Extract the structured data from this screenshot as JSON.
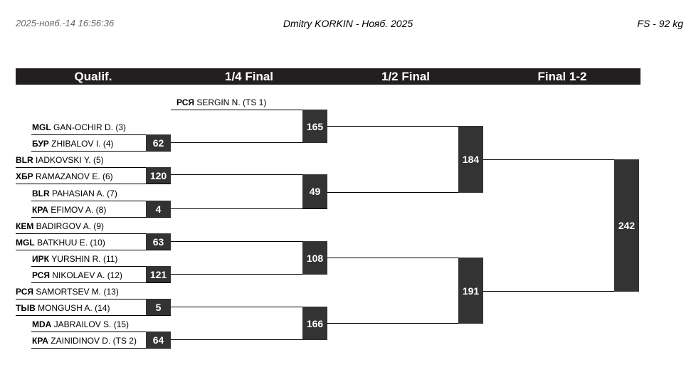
{
  "header": {
    "datetime": "2025-нояб.-14 16:56:36",
    "title": "Dmitry KORKIN - Нояб. 2025",
    "category": "FS - 92 kg"
  },
  "rounds": [
    "Qualif.",
    "1/4 Final",
    "1/2 Final",
    "Final 1-2"
  ],
  "athletes": [
    {
      "country": "РСЯ",
      "name": "SERGIN N. (TS 1)"
    },
    {
      "country": "MGL",
      "name": "GAN-OCHIR D. (3)"
    },
    {
      "country": "БУР",
      "name": "ZHIBALOV I. (4)"
    },
    {
      "country": "BLR",
      "name": "IADKOVSKI Y. (5)"
    },
    {
      "country": "ХБР",
      "name": "RAMAZANOV E. (6)"
    },
    {
      "country": "BLR",
      "name": "PAHASIAN A. (7)"
    },
    {
      "country": "КРА",
      "name": "EFIMOV A. (8)"
    },
    {
      "country": "КЕМ",
      "name": "BADIRGOV A. (9)"
    },
    {
      "country": "MGL",
      "name": "BATKHUU E. (10)"
    },
    {
      "country": "ИРК",
      "name": "YURSHIN R. (11)"
    },
    {
      "country": "РСЯ",
      "name": "NIKOLAEV A. (12)"
    },
    {
      "country": "РСЯ",
      "name": "SAMORTSEV M. (13)"
    },
    {
      "country": "ТЫВ",
      "name": "MONGUSH A. (14)"
    },
    {
      "country": "MDA",
      "name": "JABRAILOV S. (15)"
    },
    {
      "country": "КРА",
      "name": "ZAINIDINOV D. (TS 2)"
    }
  ],
  "bouts": {
    "q1": "62",
    "q2": "120",
    "q3": "4",
    "q4": "63",
    "q5": "121",
    "q6": "5",
    "q7": "64",
    "qf1": "165",
    "qf2": "49",
    "qf3": "108",
    "qf4": "166",
    "sf1": "184",
    "sf2": "191",
    "final": "242"
  }
}
